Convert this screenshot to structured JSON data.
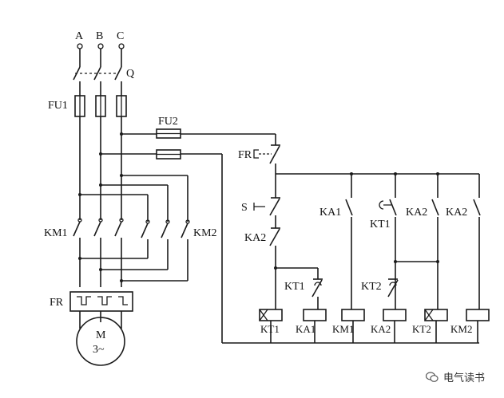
{
  "phases": [
    "A",
    "B",
    "C"
  ],
  "labels": {
    "q": "Q",
    "fu1": "FU1",
    "fu2": "FU2",
    "km1_main": "KM1",
    "km2_main": "KM2",
    "fr_main": "FR",
    "motor_m": "M",
    "motor_type": "3~",
    "fr_ctrl": "FR",
    "s": "S",
    "ka2_series": "KA2",
    "ka1_contact": "KA1",
    "kt1_contact": "KT1",
    "ka2_contact": "KA2",
    "ka2_contact2": "KA2",
    "kt1_delay": "KT1",
    "kt2_delay": "KT2"
  },
  "coils": [
    "KT1",
    "KA1",
    "KM1",
    "KA2",
    "KT2",
    "KM2"
  ],
  "watermark": "电气读书"
}
